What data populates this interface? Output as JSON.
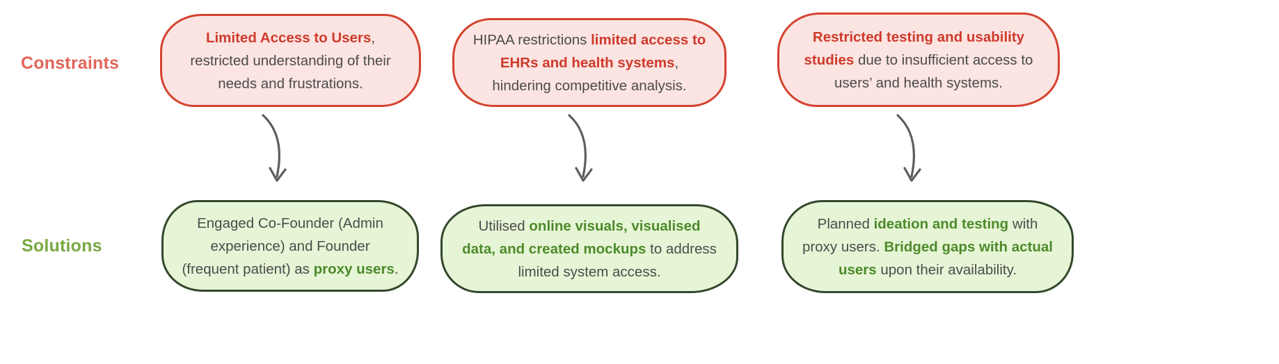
{
  "rows": {
    "constraints": {
      "label": "Constraints",
      "label_color": "#e0665a",
      "accent_color": "#cf3a2c",
      "fill_color": "#fbe4e1",
      "border_color": "#d4422f",
      "items": [
        {
          "id": "constraint-0",
          "segments": [
            {
              "text": "Limited Access to Users",
              "bold": true
            },
            {
              "text": ", restricted understanding of their needs and frustrations.",
              "bold": false
            }
          ],
          "plain_text": "Limited Access to Users, restricted understanding of their needs and frustrations."
        },
        {
          "id": "constraint-1",
          "segments": [
            {
              "text": "HIPAA restrictions ",
              "bold": false
            },
            {
              "text": "limited access to EHRs and health systems",
              "bold": true
            },
            {
              "text": ", hindering competitive analysis.",
              "bold": false
            }
          ],
          "plain_text": "HIPAA restrictions limited access to EHRs and health systems, hindering competitive analysis."
        },
        {
          "id": "constraint-2",
          "segments": [
            {
              "text": "Restricted testing and usability studies",
              "bold": true
            },
            {
              "text": " due to insufficient access to users’ and health systems.",
              "bold": false
            }
          ],
          "plain_text": "Restricted testing and usability studies due to insufficient access to users’ and health systems."
        }
      ]
    },
    "solutions": {
      "label": "Solutions",
      "label_color": "#7aa844",
      "accent_color": "#4d8a2b",
      "fill_color": "#e6f5d5",
      "border_color": "#32482c",
      "items": [
        {
          "id": "solution-0",
          "segments": [
            {
              "text": "Engaged Co-Founder (Admin experience) and Founder (frequent patient) as ",
              "bold": false
            },
            {
              "text": "proxy users",
              "bold": true
            },
            {
              "text": ".",
              "bold": false
            }
          ],
          "plain_text": "Engaged Co-Founder (Admin experience) and Founder (frequent patient) as proxy users."
        },
        {
          "id": "solution-1",
          "segments": [
            {
              "text": "Utilised ",
              "bold": false
            },
            {
              "text": "online visuals, visualised data, and created mockups",
              "bold": true
            },
            {
              "text": " to address limited system access.",
              "bold": false
            }
          ],
          "plain_text": "Utilised online visuals, visualised data, and created mockups to address limited system access."
        },
        {
          "id": "solution-2",
          "segments": [
            {
              "text": "Planned ",
              "bold": false
            },
            {
              "text": "ideation and testing",
              "bold": true
            },
            {
              "text": " with proxy users. ",
              "bold": false
            },
            {
              "text": "Bridged gaps with actual users",
              "bold": true
            },
            {
              "text": " upon their availability.",
              "bold": false
            }
          ],
          "plain_text": "Planned ideation and testing with proxy users. Bridged gaps with actual users upon their availability."
        }
      ]
    }
  },
  "arrows": [
    {
      "id": "arrow-0",
      "name": "arrow-constraint-to-solution-1",
      "color": "#5e5e5e"
    },
    {
      "id": "arrow-1",
      "name": "arrow-constraint-to-solution-2",
      "color": "#5e5e5e"
    },
    {
      "id": "arrow-2",
      "name": "arrow-constraint-to-solution-3",
      "color": "#5e5e5e"
    }
  ]
}
